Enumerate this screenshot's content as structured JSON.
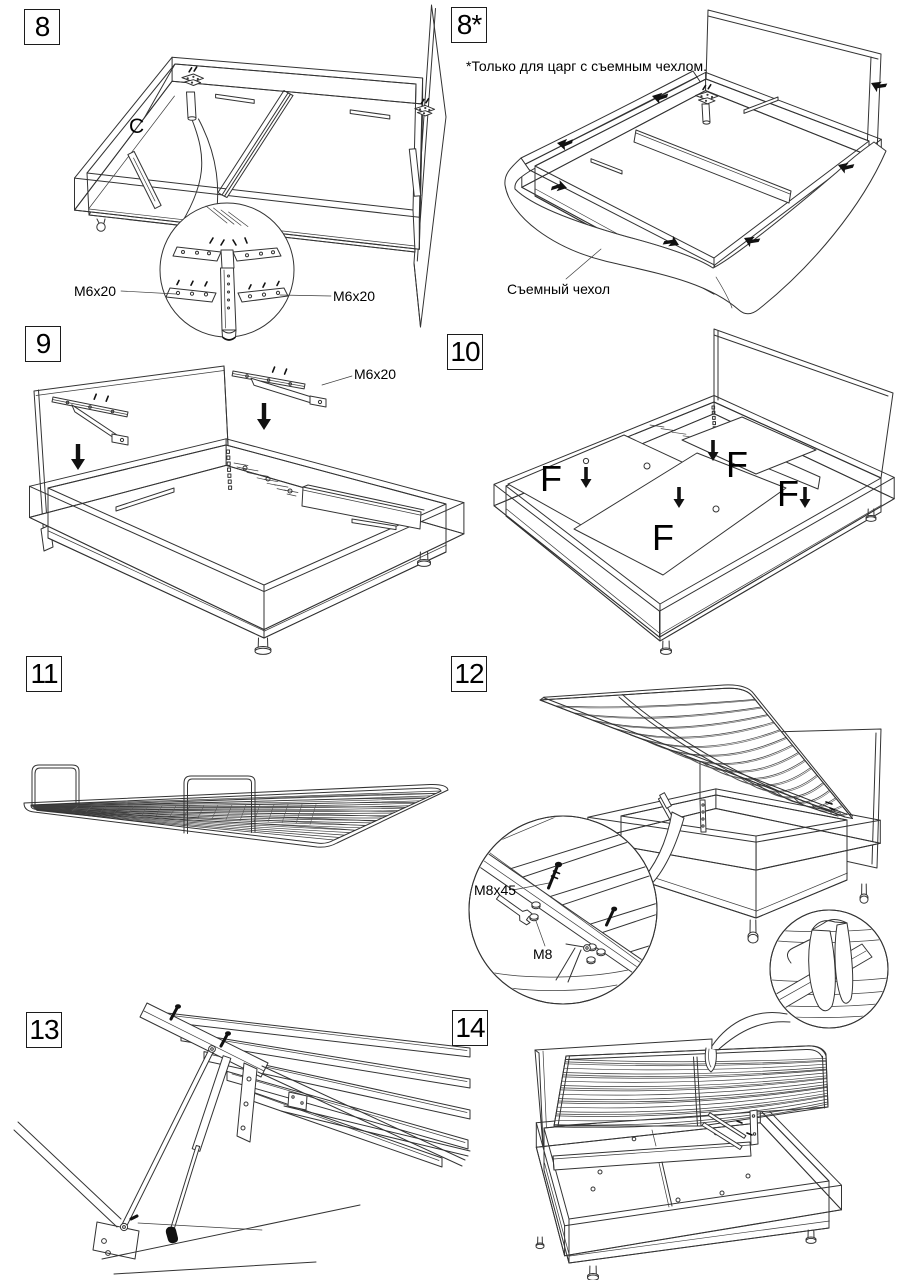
{
  "document": {
    "type": "furniture-assembly-instructions",
    "language": "ru",
    "line_color": "#333333",
    "background": "#ffffff"
  },
  "steps": {
    "s8": {
      "number": "8",
      "label_c": "C",
      "m6_left": "M6x20",
      "m6_right": "M6x20"
    },
    "s8a": {
      "number": "8*",
      "note": "*Только для царг с съемным чехлом.",
      "cover": "Съемный чехол"
    },
    "s9": {
      "number": "9",
      "m6": "M6x20"
    },
    "s10": {
      "number": "10",
      "f1": "F",
      "f2": "F",
      "f3": "F",
      "f4": "F"
    },
    "s11": {
      "number": "11"
    },
    "s12": {
      "number": "12",
      "bolt": "M8x45",
      "nut": "M8"
    },
    "s13": {
      "number": "13"
    },
    "s14": {
      "number": "14"
    }
  }
}
